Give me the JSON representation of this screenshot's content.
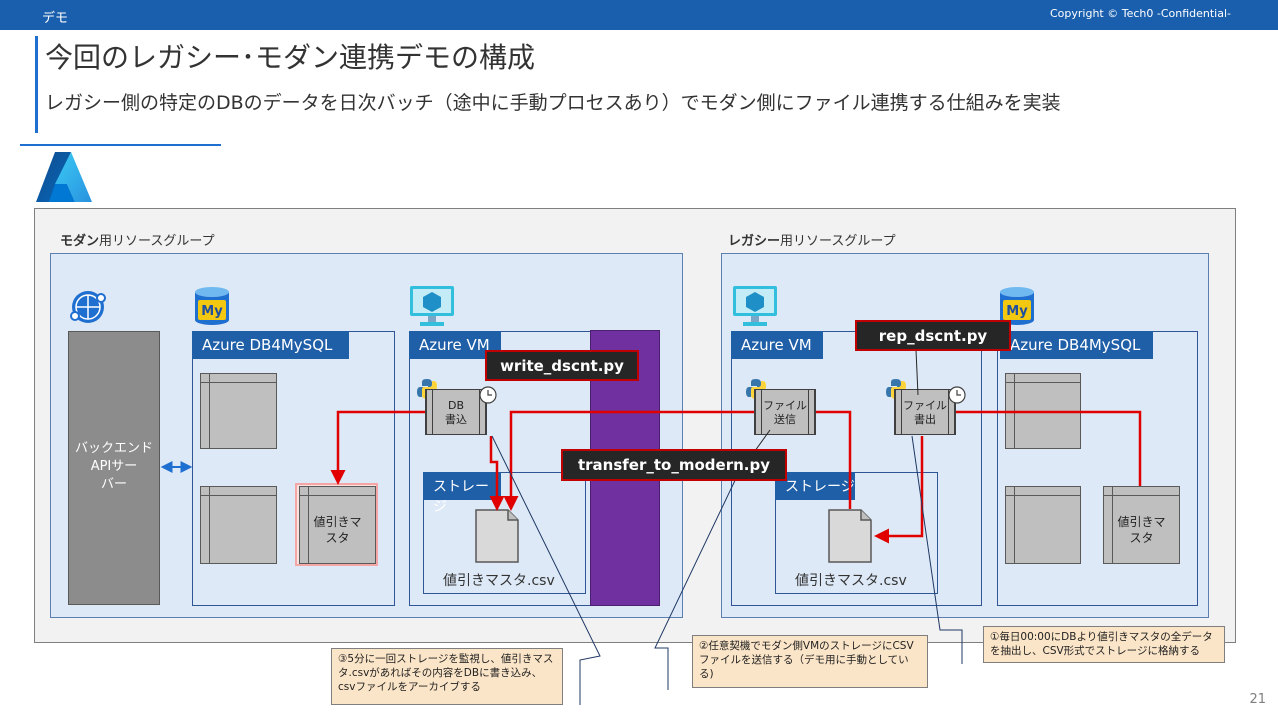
{
  "header": {
    "section": "デモ",
    "copyright": "Copyright © Tech0 -Confidential-"
  },
  "slide": {
    "title": "今回のレガシー･モダン連携デモの構成",
    "subtitle": "レガシー側の特定のDBのデータを日次バッチ（途中に手動プロセスあり）でモダン側にファイル連携する仕組みを実装",
    "page_number": "21"
  },
  "modern": {
    "group_label_bold": "モダン",
    "group_label_rest": "用リソースグループ",
    "backend": "バックエンド\nAPIサー\nバー",
    "db_header": "Azure DB4MySQL",
    "db_table_highlighted": "値引きマ\nスタ",
    "vm_header": "Azure VM",
    "process_label": "DB\n書込",
    "storage_header": "ストレージ",
    "csv_label": "値引きマスタ.csv"
  },
  "legacy": {
    "group_label_bold": "レガシー",
    "group_label_rest": "用リソースグループ",
    "vm_header": "Azure VM",
    "send_process": "ファイル\n送信",
    "export_process": "ファイル\n書出",
    "storage_header": "ストレージ",
    "csv_label": "値引きマスタ.csv",
    "db_header": "Azure DB4MySQL",
    "db_table": "値引きマ\nスタ"
  },
  "scripts": {
    "write": "write_dscnt.py",
    "transfer": "transfer_to_modern.py",
    "rep": "rep_dscnt.py"
  },
  "notes": {
    "note1": "①毎日00:00にDBより値引きマスタの全データを抽出し、CSV形式でストレージに格納する",
    "note2": "②任意契機でモダン側VMのストレージにCSVファイルを送信する（デモ用に手動としている)",
    "note3": "③5分に一回ストレージを監視し、値引きマスタ.csvがあればその内容をDBに書き込み、csvファイルをアーカイブする"
  },
  "colors": {
    "accent_blue": "#1f5fa8",
    "flow_red": "#e00000",
    "purple_band": "#7030a0",
    "note_fill": "#fbe5c8"
  },
  "icons": [
    "azure-logo",
    "network-icon",
    "mysql-icon",
    "vm-icon",
    "python-icon",
    "clock-icon",
    "file-icon"
  ]
}
